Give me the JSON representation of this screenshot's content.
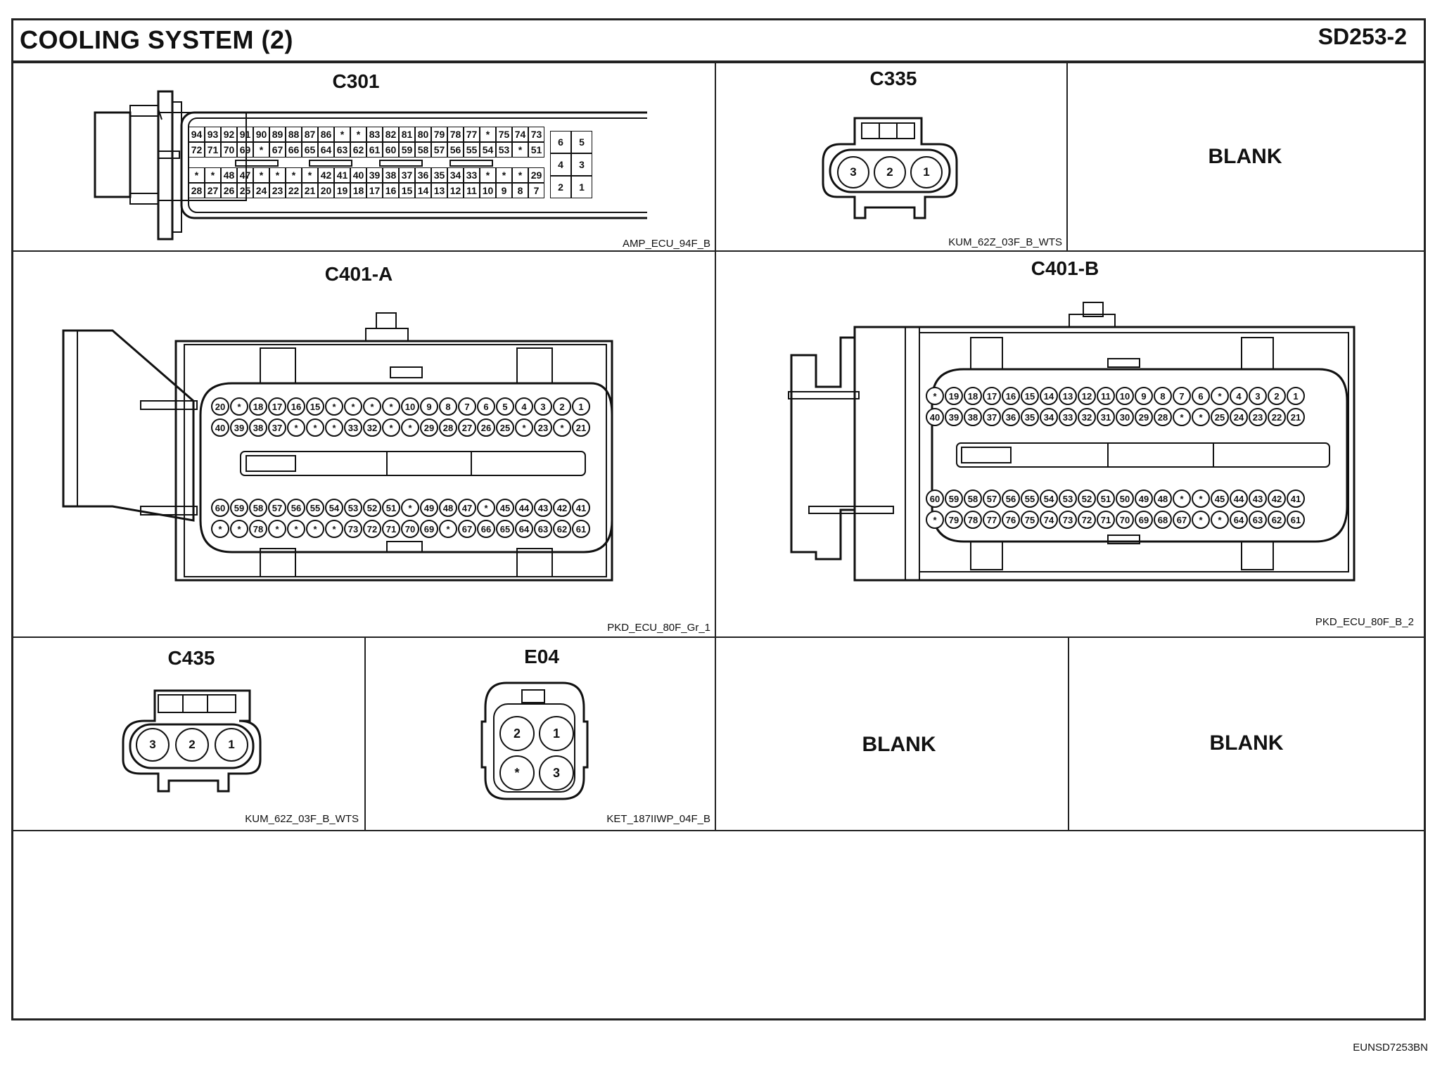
{
  "header": {
    "title": "COOLING SYSTEM (2)",
    "code": "SD253-2"
  },
  "connectors": {
    "c301": {
      "name": "C301",
      "part": "AMP_ECU_94F_B",
      "rows": [
        [
          "94",
          "93",
          "92",
          "91",
          "90",
          "89",
          "88",
          "87",
          "86",
          "*",
          "*",
          "83",
          "82",
          "81",
          "80",
          "79",
          "78",
          "77",
          "*",
          "75",
          "74",
          "73"
        ],
        [
          "72",
          "71",
          "70",
          "69",
          "*",
          "67",
          "66",
          "65",
          "64",
          "63",
          "62",
          "61",
          "60",
          "59",
          "58",
          "57",
          "56",
          "55",
          "54",
          "53",
          "*",
          "51"
        ],
        [
          "*",
          "*",
          "48",
          "47",
          "*",
          "*",
          "*",
          "*",
          "42",
          "41",
          "40",
          "39",
          "38",
          "37",
          "36",
          "35",
          "34",
          "33",
          "*",
          "*",
          "*",
          "29"
        ],
        [
          "28",
          "27",
          "26",
          "25",
          "24",
          "23",
          "22",
          "21",
          "20",
          "19",
          "18",
          "17",
          "16",
          "15",
          "14",
          "13",
          "12",
          "11",
          "10",
          "9",
          "8",
          "7"
        ]
      ],
      "side": [
        [
          "6",
          "5"
        ],
        [
          "4",
          "3"
        ],
        [
          "2",
          "1"
        ]
      ]
    },
    "c335": {
      "name": "C335",
      "part": "KUM_62Z_03F_B_WTS",
      "pins": [
        "3",
        "2",
        "1"
      ]
    },
    "c401a": {
      "name": "C401-A",
      "part": "PKD_ECU_80F_Gr_1",
      "rows": [
        [
          "20",
          "*",
          "18",
          "17",
          "16",
          "15",
          "*",
          "*",
          "*",
          "*",
          "10",
          "9",
          "8",
          "7",
          "6",
          "5",
          "4",
          "3",
          "2",
          "1"
        ],
        [
          "40",
          "39",
          "38",
          "37",
          "*",
          "*",
          "*",
          "33",
          "32",
          "*",
          "*",
          "29",
          "28",
          "27",
          "26",
          "25",
          "*",
          "23",
          "*",
          "21"
        ],
        [
          "60",
          "59",
          "58",
          "57",
          "56",
          "55",
          "54",
          "53",
          "52",
          "51",
          "*",
          "49",
          "48",
          "47",
          "*",
          "45",
          "44",
          "43",
          "42",
          "41"
        ],
        [
          "*",
          "*",
          "78",
          "*",
          "*",
          "*",
          "*",
          "73",
          "72",
          "71",
          "70",
          "69",
          "*",
          "67",
          "66",
          "65",
          "64",
          "63",
          "62",
          "61"
        ]
      ]
    },
    "c401b": {
      "name": "C401-B",
      "part": "PKD_ECU_80F_B_2",
      "rows": [
        [
          "*",
          "19",
          "18",
          "17",
          "16",
          "15",
          "14",
          "13",
          "12",
          "11",
          "10",
          "9",
          "8",
          "7",
          "6",
          "*",
          "4",
          "3",
          "2",
          "1"
        ],
        [
          "40",
          "39",
          "38",
          "37",
          "36",
          "35",
          "34",
          "33",
          "32",
          "31",
          "30",
          "29",
          "28",
          "*",
          "*",
          "25",
          "24",
          "23",
          "22",
          "21"
        ],
        [
          "60",
          "59",
          "58",
          "57",
          "56",
          "55",
          "54",
          "53",
          "52",
          "51",
          "50",
          "49",
          "48",
          "*",
          "*",
          "45",
          "44",
          "43",
          "42",
          "41"
        ],
        [
          "*",
          "79",
          "78",
          "77",
          "76",
          "75",
          "74",
          "73",
          "72",
          "71",
          "70",
          "69",
          "68",
          "67",
          "*",
          "*",
          "64",
          "63",
          "62",
          "61"
        ]
      ]
    },
    "c435": {
      "name": "C435",
      "part": "KUM_62Z_03F_B_WTS",
      "pins": [
        "3",
        "2",
        "1"
      ]
    },
    "e04": {
      "name": "E04",
      "part": "KET_187IIWP_04F_B",
      "pins": [
        "2",
        "1",
        "*",
        "3"
      ]
    }
  },
  "blanks": [
    "BLANK",
    "BLANK",
    "BLANK"
  ],
  "footer": "EUNSD7253BN"
}
